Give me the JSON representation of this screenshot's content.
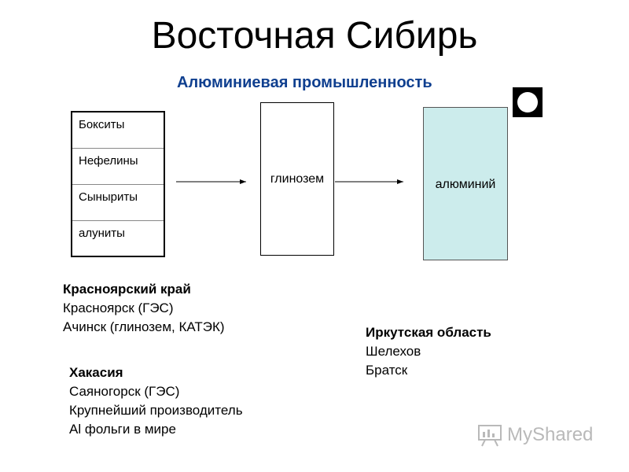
{
  "title": "Восточная Сибирь",
  "subtitle": "Алюминиевая промышленность",
  "ores": [
    "Бокситы",
    "Нефелины",
    "Сыныриты",
    "алуниты"
  ],
  "alumina_label": "глинозем",
  "aluminium_label": "алюминий",
  "aluminium_fill": "#ccecec",
  "subtitle_color": "#0f3f8f",
  "regions": {
    "krasnoyarsk": {
      "name": "Красноярский край",
      "lines": [
        "Красноярск (ГЭС)",
        "Ачинск (глинозем, КАТЭК)"
      ]
    },
    "irkutsk": {
      "name": "Иркутская область",
      "lines": [
        "Шелехов",
        "Братск"
      ]
    },
    "khakassia": {
      "name": "Хакасия",
      "lines": [
        "Саяногорск (ГЭС)",
        "Крупнейший производитель",
        "Al фольги в мире"
      ]
    }
  },
  "watermark": {
    "text": "MyShared",
    "icon": "presentation-board-icon"
  },
  "corner_mark_icon": "circle-in-square-icon"
}
